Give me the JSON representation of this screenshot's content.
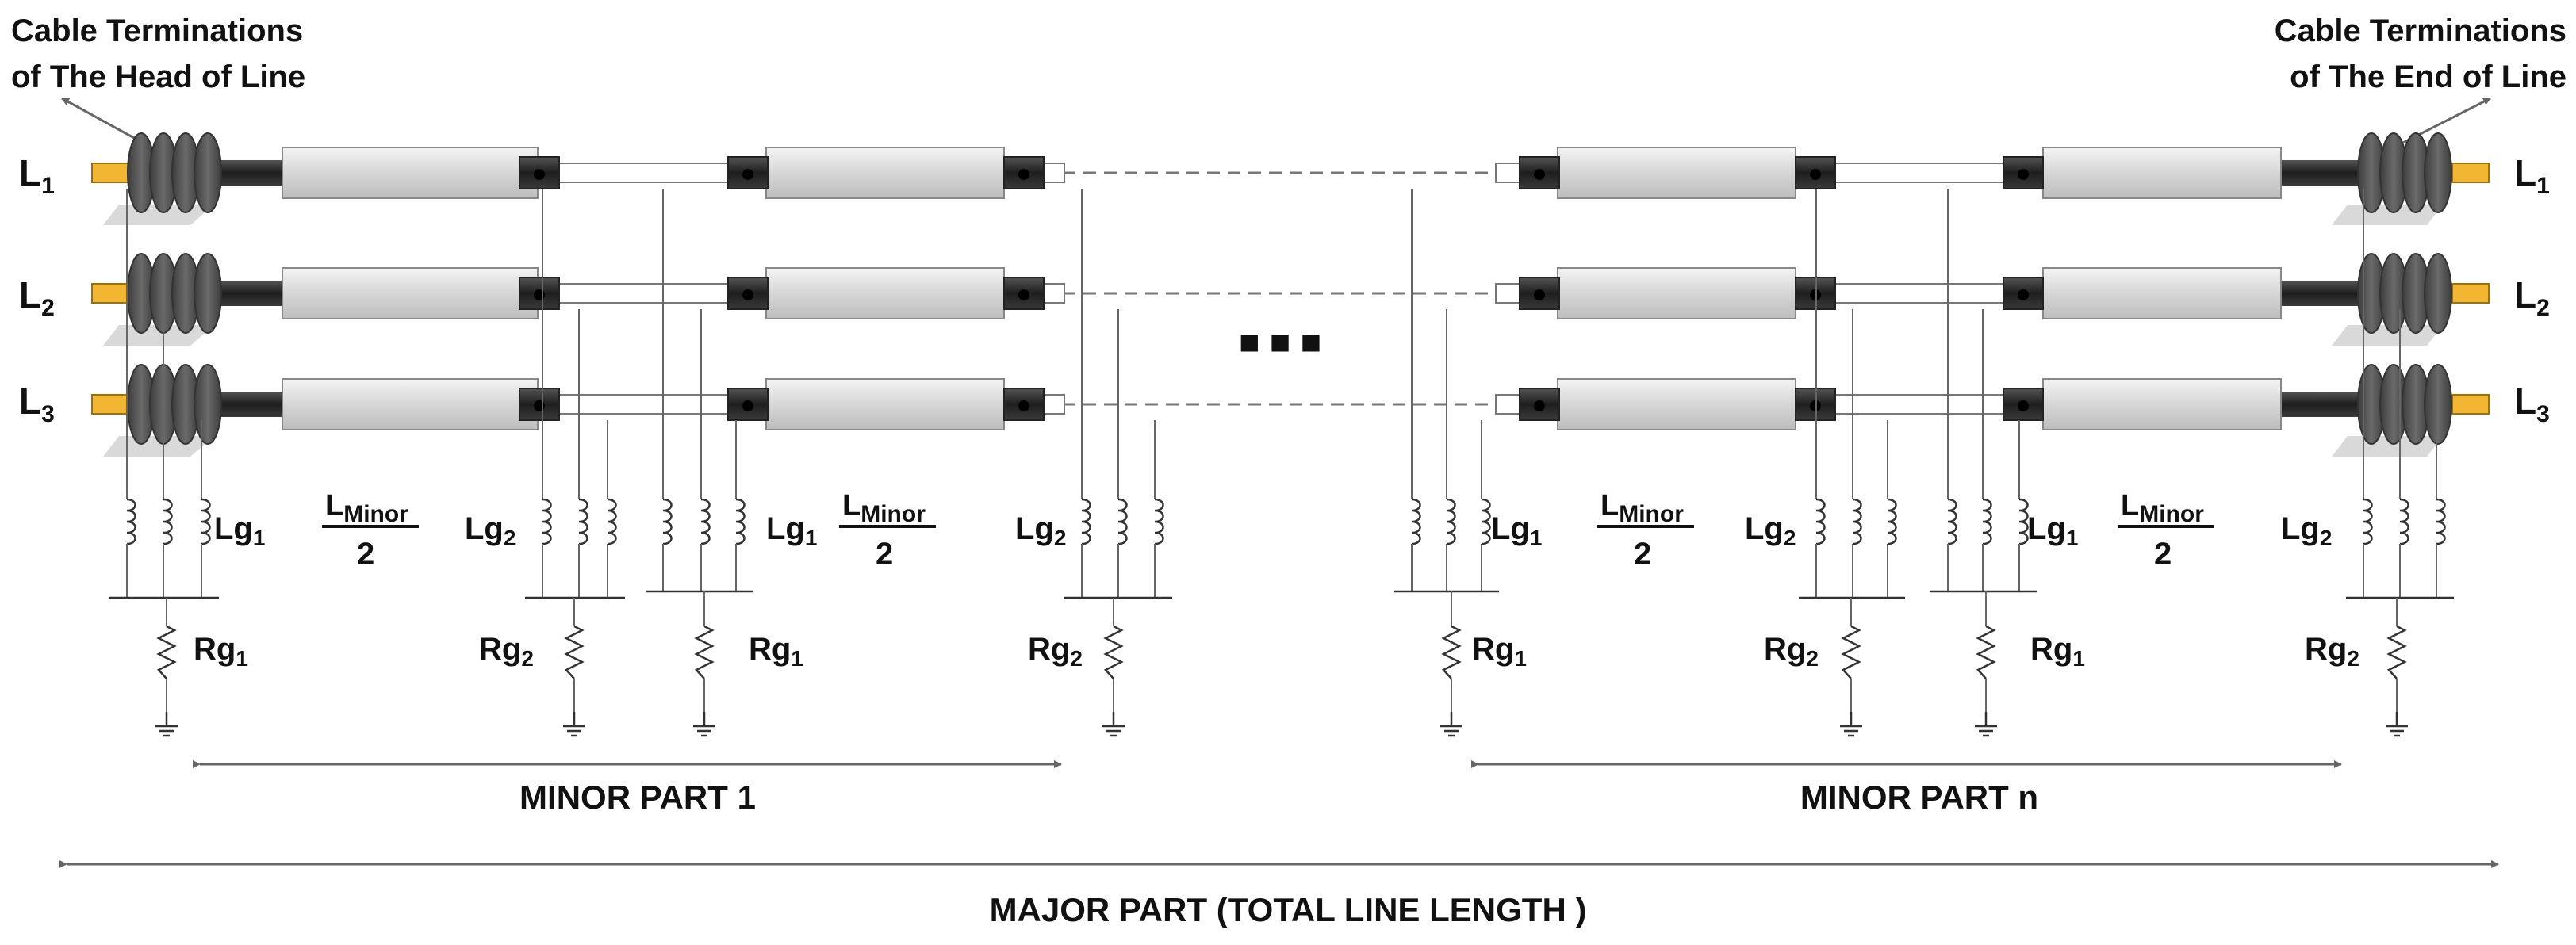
{
  "terminations": {
    "head_line1": "Cable Terminations",
    "head_line2": "of The Head of Line",
    "end_line1": "Cable Terminations",
    "end_line2": "of The End of Line"
  },
  "phases": [
    {
      "main": "L",
      "sub": "1"
    },
    {
      "main": "L",
      "sub": "2"
    },
    {
      "main": "L",
      "sub": "3"
    }
  ],
  "grounding": {
    "lg1": {
      "main": "Lg",
      "sub": "1"
    },
    "lg2": {
      "main": "Lg",
      "sub": "2"
    },
    "rg1": {
      "main": "Rg",
      "sub": "1"
    },
    "rg2": {
      "main": "Rg",
      "sub": "2"
    }
  },
  "fraction": {
    "numerator_main": "L",
    "numerator_sub": "Minor",
    "denominator": "2"
  },
  "ellipsis": "■ ■ ■",
  "spans": {
    "minor_part_1": "MINOR PART 1",
    "minor_part_n": "MINOR PART n",
    "major_part": "MAJOR PART  (TOTAL LINE LENGTH )"
  },
  "colors": {
    "conductor_tip": "#f2b632",
    "insulator": "#555555",
    "cable_sheath": "#dcdcdc",
    "joint": "#2a2a2a",
    "wire": "#666666"
  }
}
